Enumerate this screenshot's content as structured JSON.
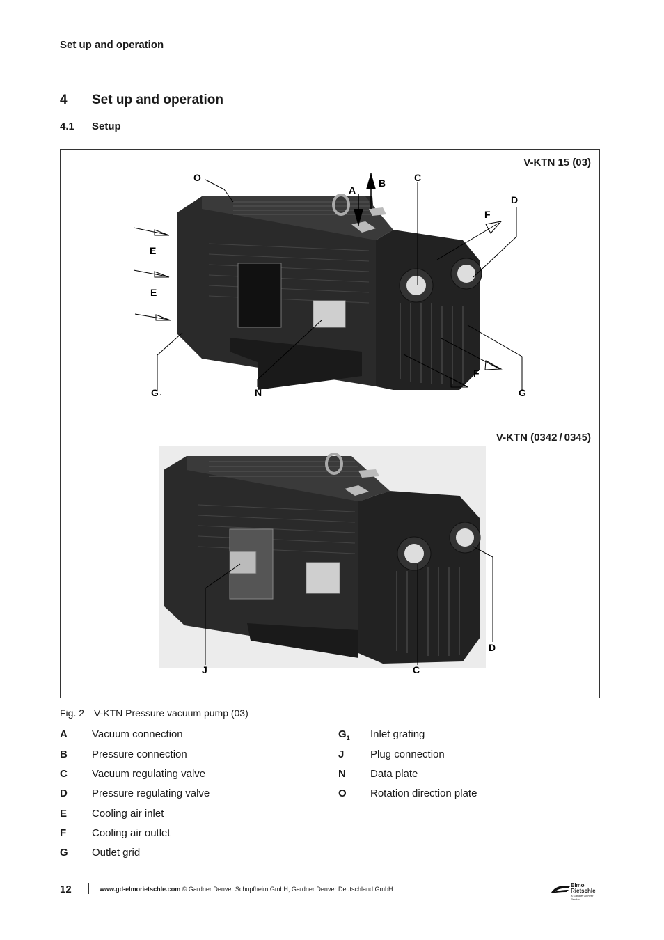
{
  "header": {
    "running_title": "Set up and operation"
  },
  "section": {
    "number": "4",
    "title": "Set up and operation"
  },
  "subsection": {
    "number": "4.1",
    "title": "Setup"
  },
  "figure": {
    "top_model": "V-KTN 15 (03)",
    "bottom_model": "V-KTN (0342 / 0345)",
    "top_labels": {
      "O": "O",
      "A": "A",
      "B": "B",
      "C": "C",
      "D": "D",
      "F1": "F",
      "E1": "E",
      "E2": "E",
      "F2": "F",
      "G1": "G",
      "G1sub": "1",
      "N": "N",
      "G": "G"
    },
    "bottom_labels": {
      "D": "D",
      "J": "J",
      "C": "C"
    },
    "caption_num": "Fig. 2",
    "caption_text": "V-KTN Pressure vacuum pump (03)"
  },
  "legend_left": [
    {
      "key": "A",
      "value": "Vacuum connection"
    },
    {
      "key": "B",
      "value": "Pressure connection"
    },
    {
      "key": "C",
      "value": "Vacuum regulating valve"
    },
    {
      "key": "D",
      "value": "Pressure regulating valve"
    },
    {
      "key": "E",
      "value": "Cooling air inlet"
    },
    {
      "key": "F",
      "value": "Cooling air outlet"
    },
    {
      "key": "G",
      "value": "Outlet grid"
    }
  ],
  "legend_right": [
    {
      "key": "G",
      "sub": "1",
      "value": "Inlet grating"
    },
    {
      "key": "J",
      "sub": "",
      "value": "Plug connection"
    },
    {
      "key": "N",
      "sub": "",
      "value": "Data plate"
    },
    {
      "key": "O",
      "sub": "",
      "value": "Rotation direction plate"
    }
  ],
  "footer": {
    "page_number": "12",
    "url": "www.gd-elmorietschle.com",
    "copyright": "© Gardner Denver Schopfheim GmbH, Gardner Denver Deutschland GmbH",
    "logo_line1": "Elmo",
    "logo_line2": "Rietschle",
    "logo_tagline": "A Gardner Denver Product"
  }
}
